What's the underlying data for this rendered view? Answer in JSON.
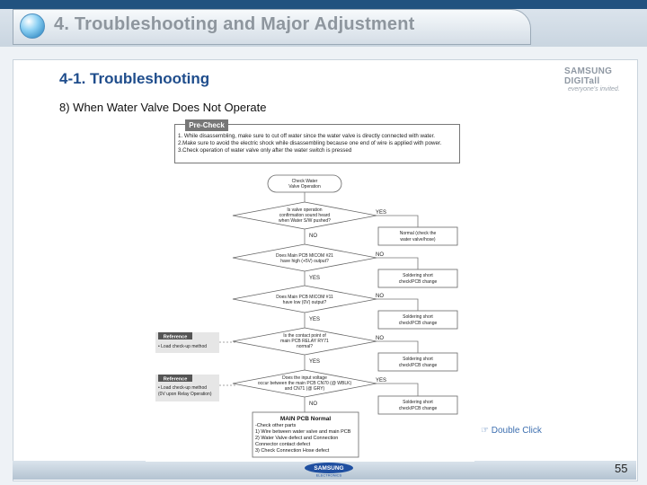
{
  "header": {
    "title": "4. Troubleshooting and Major Adjustment"
  },
  "section": {
    "title": "4-1. Troubleshooting",
    "subtitle": "8) When Water Valve Does Not Operate"
  },
  "logo": {
    "brand": "SAMSUNG DIGITall",
    "tagline": "everyone's invited."
  },
  "precheck": {
    "label": "Pre-Check",
    "lines": [
      "1. While disassembling, make sure to cut off water since the water valve is directly connected with water.",
      "2.Make sure to avoid the electric shock while disassembling because one end of wire is applied with power.",
      "3.Check operation of water valve only after the water switch is pressed"
    ]
  },
  "flow": {
    "start": [
      "Check Water",
      "Valve Operation"
    ],
    "d1": [
      "Is valve operation",
      "confirmation sound heard",
      "when Water S/W pushed?"
    ],
    "d2": [
      "Does Main PCB MICOM #21",
      "have high (+5V) output?"
    ],
    "d3": [
      "Does Main PCB MICOM #11",
      "have low (0V) output?"
    ],
    "d4": [
      "Is the contact point of",
      "main PCB RELAY RY71",
      "normal?"
    ],
    "d5": [
      "Does the input voltage",
      "occur between the main PCB CN70 (@ WBLK)",
      "and CN71 (@ GRY)"
    ],
    "r1": [
      "Normal (check the",
      "water valve/hose)"
    ],
    "solder": [
      "Soldering short",
      "check/PCB change"
    ],
    "yes": "YES",
    "no": "NO",
    "final_title": "MAIN PCB Normal",
    "final_lines": [
      "-Check other parts",
      "1) Wire between water valve and main PCB",
      "2) Water Valve defect and Connection",
      "   Connector contact defect",
      "3) Check Connection Hose defect"
    ]
  },
  "references": [
    {
      "label": "Reference",
      "lines": [
        "• Load check-up method"
      ]
    },
    {
      "label": "Reference",
      "lines": [
        "• Load check-up method",
        "  (0V upon Relay Operation)"
      ]
    }
  ],
  "double_click": "Double Click",
  "footer": {
    "brand": "SAMSUNG",
    "sub": "ELECTRONICS",
    "page": "55"
  },
  "colors": {
    "title_blue": "#1f4d8c",
    "header_stripe": "#21527f",
    "link_blue": "#3d6fb0"
  }
}
